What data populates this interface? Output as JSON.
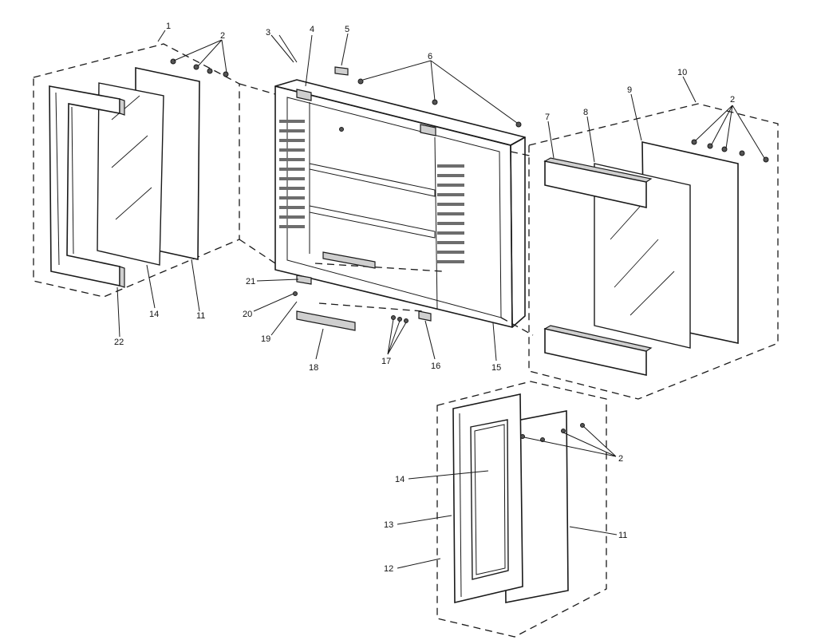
{
  "callouts": {
    "c1": "1",
    "c2_top_left": "2",
    "c3": "3",
    "c4": "4",
    "c5": "5",
    "c6": "6",
    "c10": "10",
    "c9": "9",
    "c2_top_right": "2",
    "c7": "7",
    "c8": "8",
    "c22": "22",
    "c14_left": "14",
    "c11_left": "11",
    "c21": "21",
    "c20": "20",
    "c19": "19",
    "c18": "18",
    "c17": "17",
    "c16": "16",
    "c15": "15",
    "c2_bottom": "2",
    "c14_bottom": "14",
    "c13": "13",
    "c12": "12",
    "c11_bottom": "11"
  }
}
